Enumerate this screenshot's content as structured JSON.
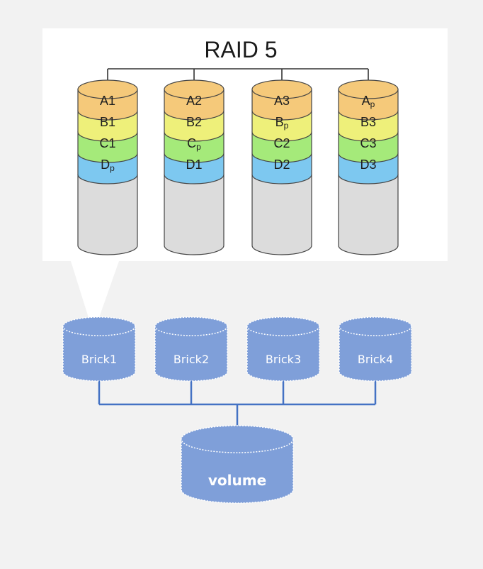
{
  "raid": {
    "title": "RAID 5",
    "disks": [
      {
        "cells": [
          {
            "main": "A1",
            "sub": "",
            "role": "A"
          },
          {
            "main": "B1",
            "sub": "",
            "role": "B"
          },
          {
            "main": "C1",
            "sub": "",
            "role": "C"
          },
          {
            "main": "D",
            "sub": "p",
            "role": "D"
          }
        ]
      },
      {
        "cells": [
          {
            "main": "A2",
            "sub": "",
            "role": "A"
          },
          {
            "main": "B2",
            "sub": "",
            "role": "B"
          },
          {
            "main": "C",
            "sub": "p",
            "role": "C"
          },
          {
            "main": "D1",
            "sub": "",
            "role": "D"
          }
        ]
      },
      {
        "cells": [
          {
            "main": "A3",
            "sub": "",
            "role": "A"
          },
          {
            "main": "B",
            "sub": "p",
            "role": "B"
          },
          {
            "main": "C2",
            "sub": "",
            "role": "C"
          },
          {
            "main": "D2",
            "sub": "",
            "role": "D"
          }
        ]
      },
      {
        "cells": [
          {
            "main": "A",
            "sub": "p",
            "role": "A"
          },
          {
            "main": "B3",
            "sub": "",
            "role": "B"
          },
          {
            "main": "C3",
            "sub": "",
            "role": "C"
          },
          {
            "main": "D3",
            "sub": "",
            "role": "D"
          }
        ]
      }
    ],
    "colors": {
      "A": "#f5c97a",
      "B": "#eef07a",
      "C": "#a5ea7a",
      "D": "#7dc8f0",
      "empty": "#dcdcdc"
    }
  },
  "bricks": [
    "Brick1",
    "Brick2",
    "Brick3",
    "Brick4"
  ],
  "volume": {
    "label": "volume"
  },
  "colors": {
    "brick": "#7f9fd9",
    "connector": "#4472c4",
    "background": "#f2f2f2",
    "panel": "#ffffff"
  }
}
